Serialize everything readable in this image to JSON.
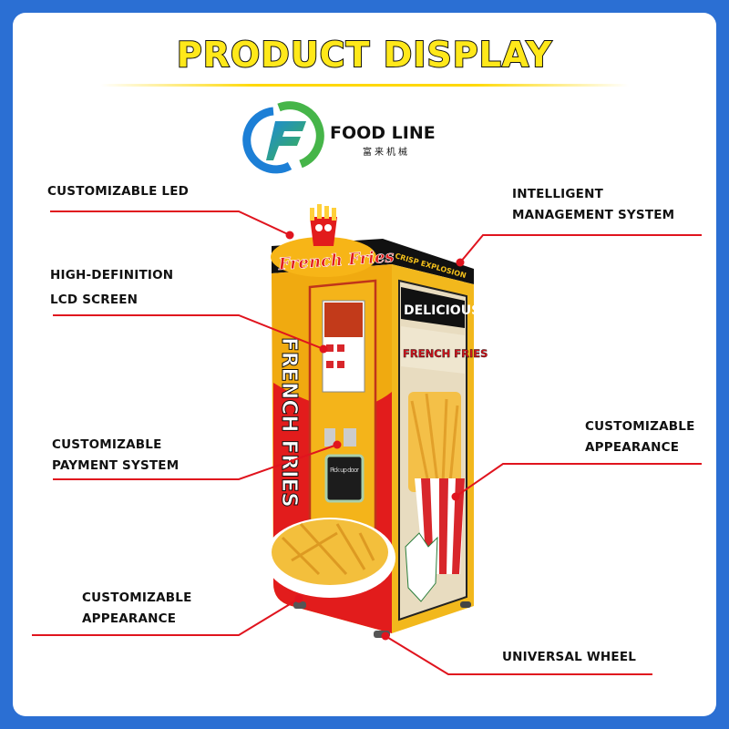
{
  "header": {
    "title": "PRODUCT DISPLAY"
  },
  "brand": {
    "name": "FOOD LINE",
    "name_cn": "富来机械"
  },
  "machine": {
    "sign": "French Fries",
    "top_band": "CRISP EXPLOSION",
    "front_vertical": "FRENCH FRIES",
    "side_line1": "DELICIOUS",
    "side_line2": "FRENCH FRIES",
    "pickup": "Pick up door"
  },
  "callouts": {
    "led": "CUSTOMIZABLE LED",
    "management_1": "INTELLIGENT",
    "management_2": "MANAGEMENT SYSTEM",
    "lcd_1": "HIGH-DEFINITION",
    "lcd_2": "LCD SCREEN",
    "payment_1": "CUSTOMIZABLE",
    "payment_2": "PAYMENT SYSTEM",
    "appearance_right_1": "CUSTOMIZABLE",
    "appearance_right_2": "APPEARANCE",
    "appearance_left_1": "CUSTOMIZABLE",
    "appearance_left_2": "APPEARANCE",
    "wheel": "UNIVERSAL WHEEL"
  },
  "colors": {
    "frame": "#2b6fd3",
    "accent": "#ffe81a",
    "callout_line": "#e0141e"
  }
}
